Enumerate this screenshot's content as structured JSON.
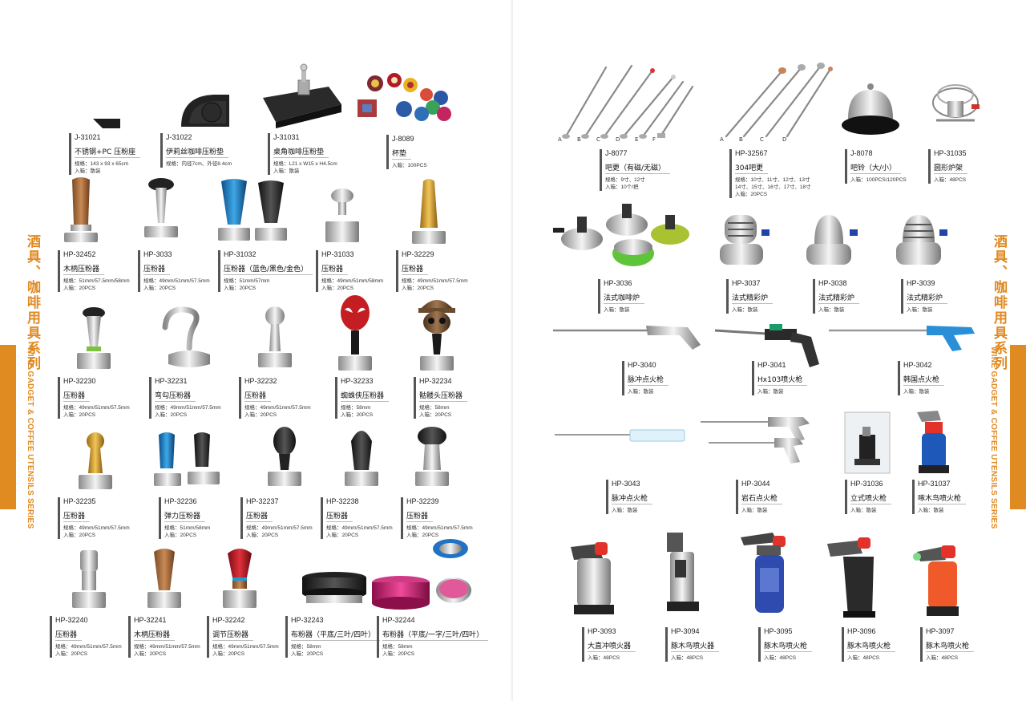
{
  "left_side_cn": "酒具、咖啡用具系列",
  "left_side_en": "WINE GADGET & COFFEE UTENSILS SERIES",
  "right_side_cn": "酒具、咖啡用具系列",
  "right_side_en": "WINE GADGET & COFFEE UTENSILS SERIES",
  "accent_color": "#e08a22",
  "left_products": [
    {
      "code": "J-31021",
      "name": "不锈钢+PC 压粉座",
      "spec": "规格：143 x 93 x 65cm",
      "pack": "入箱：散装"
    },
    {
      "code": "J-31022",
      "name": "伊莉丝咖啡压粉垫",
      "spec": "规格：内径7cm、外径8.4cm",
      "pack": ""
    },
    {
      "code": "J-31031",
      "name": "桌角咖啡压粉垫",
      "spec": "规格：L21 x W15 x H4.5cm",
      "pack": "入箱：散装"
    },
    {
      "code": "J-8089",
      "name": "杯垫",
      "spec": "",
      "pack": "入箱：100PCS"
    },
    {
      "code": "HP-32452",
      "name": "木柄压粉器",
      "spec": "规格：51mm/57.5mm/58mm",
      "pack": "入箱：20PCS"
    },
    {
      "code": "HP-3033",
      "name": "压粉器",
      "spec": "规格：49mm/51mm/57.5mm",
      "pack": "入箱：20PCS"
    },
    {
      "code": "HP-31032",
      "name": "压粉器（蓝色/黑色/金色）",
      "spec": "规格：51mm/57mm",
      "pack": "入箱：20PCS"
    },
    {
      "code": "HP-31033",
      "name": "压粉器",
      "spec": "规格：49mm/51mm/58mm",
      "pack": "入箱：20PCS"
    },
    {
      "code": "HP-32229",
      "name": "压粉器",
      "spec": "规格：49mm/51mm/57.5mm",
      "pack": "入箱：20PCS"
    },
    {
      "code": "HP-32230",
      "name": "压粉器",
      "spec": "规格：49mm/51mm/57.5mm",
      "pack": "入箱：20PCS"
    },
    {
      "code": "HP-32231",
      "name": "弯勾压粉器",
      "spec": "规格：49mm/51mm/57.5mm",
      "pack": "入箱：20PCS"
    },
    {
      "code": "HP-32232",
      "name": "压粉器",
      "spec": "规格：49mm/51mm/57.5mm",
      "pack": "入箱：20PCS"
    },
    {
      "code": "HP-32233",
      "name": "蜘蛛侠压粉器",
      "spec": "规格：58mm",
      "pack": "入箱：20PCS"
    },
    {
      "code": "HP-32234",
      "name": "骷髅头压粉器",
      "spec": "规格：58mm",
      "pack": "入箱：20PCS"
    },
    {
      "code": "HP-32235",
      "name": "压粉器",
      "spec": "规格：49mm/51mm/57.5mm",
      "pack": "入箱：20PCS"
    },
    {
      "code": "HP-32236",
      "name": "弹力压粉器",
      "spec": "规格：51mm/58mm",
      "pack": "入箱：20PCS"
    },
    {
      "code": "HP-32237",
      "name": "压粉器",
      "spec": "规格：49mm/51mm/57.5mm",
      "pack": "入箱：20PCS"
    },
    {
      "code": "HP-32238",
      "name": "压粉器",
      "spec": "规格：49mm/51mm/57.5mm",
      "pack": "入箱：20PCS"
    },
    {
      "code": "HP-32239",
      "name": "压粉器",
      "spec": "规格：49mm/51mm/57.5mm",
      "pack": "入箱：20PCS"
    },
    {
      "code": "HP-32240",
      "name": "压粉器",
      "spec": "规格：49mm/51mm/57.5mm",
      "pack": "入箱：20PCS"
    },
    {
      "code": "HP-32241",
      "name": "木柄压粉器",
      "spec": "规格：49mm/51mm/57.5mm",
      "pack": "入箱：20PCS"
    },
    {
      "code": "HP-32242",
      "name": "调节压粉器",
      "spec": "规格：49mm/51mm/57.5mm",
      "pack": "入箱：20PCS"
    },
    {
      "code": "HP-32243",
      "name": "布粉器（平底/三叶/四叶）",
      "spec": "规格：58mm",
      "pack": "入箱：20PCS"
    },
    {
      "code": "HP-32244",
      "name": "布粉器（平底/一字/三叶/四叶）",
      "spec": "规格：58mm",
      "pack": "入箱：20PCS"
    }
  ],
  "right_products": [
    {
      "code": "J-8077",
      "name": "吧更（有磁/无磁）",
      "spec": "规格：9寸、12寸",
      "spec2": "",
      "pack": "入箱：10个/把"
    },
    {
      "code": "HP-32567",
      "name": "304吧更",
      "spec": "规格：10寸、11寸、12寸、13寸",
      "spec2": "14寸、15寸、16寸、17寸、18寸",
      "pack": "入箱：20PCS"
    },
    {
      "code": "J-8078",
      "name": "吧铃（大/小）",
      "spec": "",
      "spec2": "",
      "pack": "入箱：100PCS/120PCS"
    },
    {
      "code": "HP-31035",
      "name": "圆形炉架",
      "spec": "",
      "spec2": "",
      "pack": "入箱：48PCS"
    },
    {
      "code": "HP-3036",
      "name": "法式咖啡炉",
      "spec": "",
      "spec2": "",
      "pack": "入箱：散装"
    },
    {
      "code": "HP-3037",
      "name": "法式精彩炉",
      "spec": "",
      "spec2": "",
      "pack": "入箱：散装"
    },
    {
      "code": "HP-3038",
      "name": "法式精彩炉",
      "spec": "",
      "spec2": "",
      "pack": "入箱：散装"
    },
    {
      "code": "HP-3039",
      "name": "法式精彩炉",
      "spec": "",
      "spec2": "",
      "pack": "入箱：散装"
    },
    {
      "code": "HP-3040",
      "name": "脉冲点火枪",
      "spec": "",
      "spec2": "",
      "pack": "入箱：散装"
    },
    {
      "code": "HP-3041",
      "name": "Hx103喷火枪",
      "spec": "",
      "spec2": "",
      "pack": "入箱：散装"
    },
    {
      "code": "HP-3042",
      "name": "韩国点火枪",
      "spec": "",
      "spec2": "",
      "pack": "入箱：散装"
    },
    {
      "code": "HP-3043",
      "name": "脉冲点火枪",
      "spec": "",
      "spec2": "",
      "pack": "入箱：散装"
    },
    {
      "code": "HP-3044",
      "name": "岩石点火枪",
      "spec": "",
      "spec2": "",
      "pack": "入箱：散装"
    },
    {
      "code": "HP-31036",
      "name": "立式喷火枪",
      "spec": "",
      "spec2": "",
      "pack": "入箱：散装"
    },
    {
      "code": "HP-31037",
      "name": "啄木鸟喷火枪",
      "spec": "",
      "spec2": "",
      "pack": "入箱：散装"
    },
    {
      "code": "HP-3093",
      "name": "大直冲喷火器",
      "spec": "",
      "spec2": "",
      "pack": "入箱：48PCS"
    },
    {
      "code": "HP-3094",
      "name": "豚木鸟喷火器",
      "spec": "",
      "spec2": "",
      "pack": "入箱：48PCS"
    },
    {
      "code": "HP-3095",
      "name": "豚木鸟喷火枪",
      "spec": "",
      "spec2": "",
      "pack": "入箱：48PCS"
    },
    {
      "code": "HP-3096",
      "name": "豚木鸟喷火枪",
      "spec": "",
      "spec2": "",
      "pack": "入箱：48PCS"
    },
    {
      "code": "HP-3097",
      "name": "豚木鸟喷火枪",
      "spec": "",
      "spec2": "",
      "pack": "入箱：48PCS"
    }
  ],
  "spoon_letters_a": [
    "A",
    "B",
    "C",
    "D",
    "E",
    "F"
  ],
  "spoon_letters_b": [
    "A",
    "B",
    "C",
    "D"
  ]
}
